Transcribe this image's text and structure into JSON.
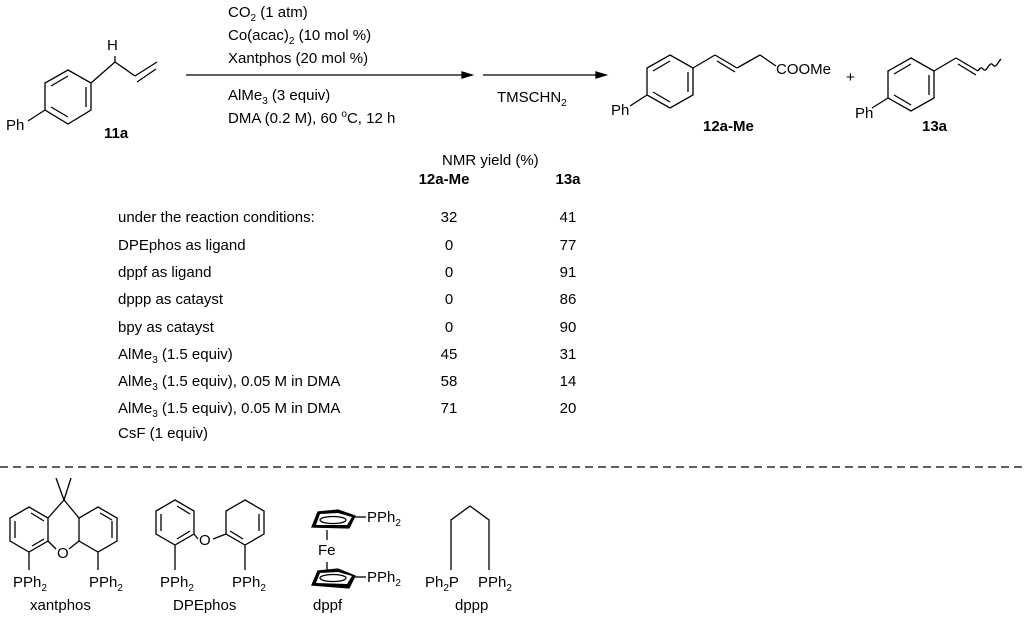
{
  "scheme": {
    "substrate": {
      "label": "11a",
      "h_atom": "H",
      "ph": "Ph"
    },
    "conditions_above": [
      [
        "CO",
        "2",
        " (1 atm)"
      ],
      [
        "Co(acac)",
        "2",
        " (10 mol %)"
      ],
      [
        "Xantphos (20 mol %)",
        "",
        ""
      ]
    ],
    "conditions_below": [
      [
        "AlMe",
        "3",
        " (3 equiv)"
      ],
      [
        "DMA (0.2 M), 60 ",
        "o",
        "C, 12 h"
      ]
    ],
    "step2_reagent": [
      "TMSCHN",
      "2"
    ],
    "product1": {
      "label": "12a-Me",
      "group": "COOMe",
      "ph": "Ph"
    },
    "plus": "+",
    "product2": {
      "label": "13a",
      "ph": "Ph"
    }
  },
  "table": {
    "title": "NMR yield (%)",
    "columns": [
      "12a-Me",
      "13a"
    ],
    "rows": [
      {
        "condition": [
          "under the reaction conditions:",
          "",
          ""
        ],
        "v1": "32",
        "v2": "41"
      },
      {
        "condition": [
          "DPEphos as ligand",
          "",
          ""
        ],
        "v1": "0",
        "v2": "77"
      },
      {
        "condition": [
          "dppf as ligand",
          "",
          ""
        ],
        "v1": "0",
        "v2": "91"
      },
      {
        "condition": [
          "dppp as catayst",
          "",
          ""
        ],
        "v1": "0",
        "v2": "86"
      },
      {
        "condition": [
          "bpy as catayst",
          "",
          ""
        ],
        "v1": "0",
        "v2": "90"
      },
      {
        "condition": [
          "AlMe",
          "3",
          " (1.5 equiv)"
        ],
        "v1": "45",
        "v2": "31"
      },
      {
        "condition": [
          "AlMe",
          "3",
          " (1.5 equiv), 0.05 M in DMA"
        ],
        "v1": "58",
        "v2": "14"
      },
      {
        "condition": [
          "AlMe",
          "3",
          " (1.5 equiv), 0.05 M in DMA"
        ],
        "condition_line2": "CsF (1 equiv)",
        "v1": "71",
        "v2": "20"
      }
    ]
  },
  "ligands": [
    {
      "name": "xantphos",
      "groups": [
        "PPh",
        "2",
        "PPh",
        "2"
      ],
      "hetero": "O"
    },
    {
      "name": "DPEphos",
      "groups": [
        "PPh",
        "2",
        "PPh",
        "2"
      ],
      "hetero": "O"
    },
    {
      "name": "dppf",
      "groups": [
        "PPh",
        "2",
        "PPh",
        "2"
      ],
      "metal": "Fe"
    },
    {
      "name": "dppp",
      "groups": [
        "Ph",
        "2",
        "P",
        "PPh",
        "2"
      ]
    }
  ]
}
